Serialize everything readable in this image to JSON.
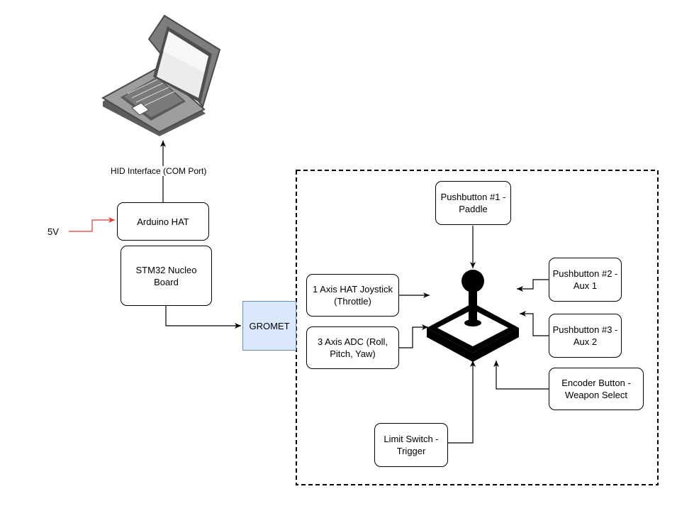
{
  "nodes": {
    "arduino_hat": "Arduino HAT",
    "stm32": [
      "STM32 Nucleo",
      "Board"
    ],
    "gromet": "GROMET",
    "pushbutton1": [
      "Pushbutton #1 -",
      "Paddle"
    ],
    "pushbutton2": [
      "Pushbutton #2 -",
      "Aux 1"
    ],
    "pushbutton3": [
      "Pushbutton #3 -",
      "Aux 2"
    ],
    "hat_joystick": [
      "1 Axis HAT Joystick",
      "(Throttle)"
    ],
    "adc": [
      "3 Axis ADC (Roll,",
      "Pitch, Yaw)"
    ],
    "encoder": [
      "Encoder Button -",
      "Weapon Select"
    ],
    "limit_switch": [
      "Limit Switch -",
      "Trigger"
    ]
  },
  "labels": {
    "hid_interface": "HID Interface (COM Port)",
    "power": "5V"
  },
  "icons": [
    "laptop-icon",
    "joystick-icon"
  ],
  "colors": {
    "power_line": "#e53935",
    "gromet_fill": "#dae8fc",
    "gromet_border": "#6c8ebf"
  }
}
